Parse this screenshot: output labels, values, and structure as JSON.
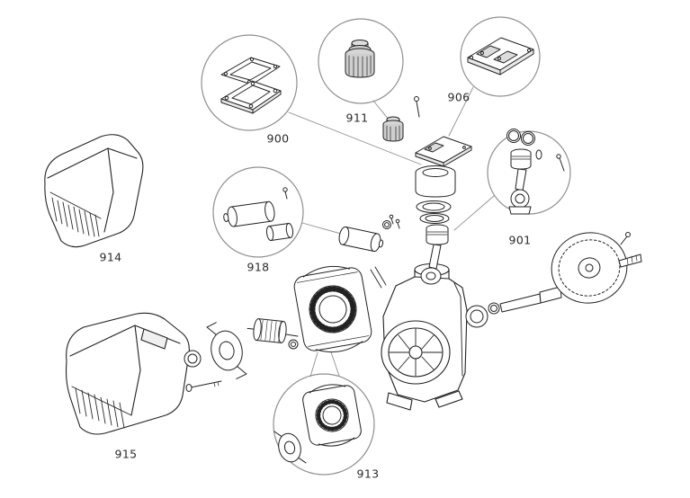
{
  "page": {
    "background": "#ffffff",
    "line_color": "#222222",
    "callout_circle_color": "#8f8f8f",
    "shade_color": "#e8e8e8"
  },
  "diagram": {
    "type": "exploded-parts-diagram",
    "callouts": [
      {
        "label": "900"
      },
      {
        "label": "911"
      },
      {
        "label": "906"
      },
      {
        "label": "914"
      },
      {
        "label": "918"
      },
      {
        "label": "901"
      },
      {
        "label": "915"
      },
      {
        "label": "913"
      }
    ]
  }
}
